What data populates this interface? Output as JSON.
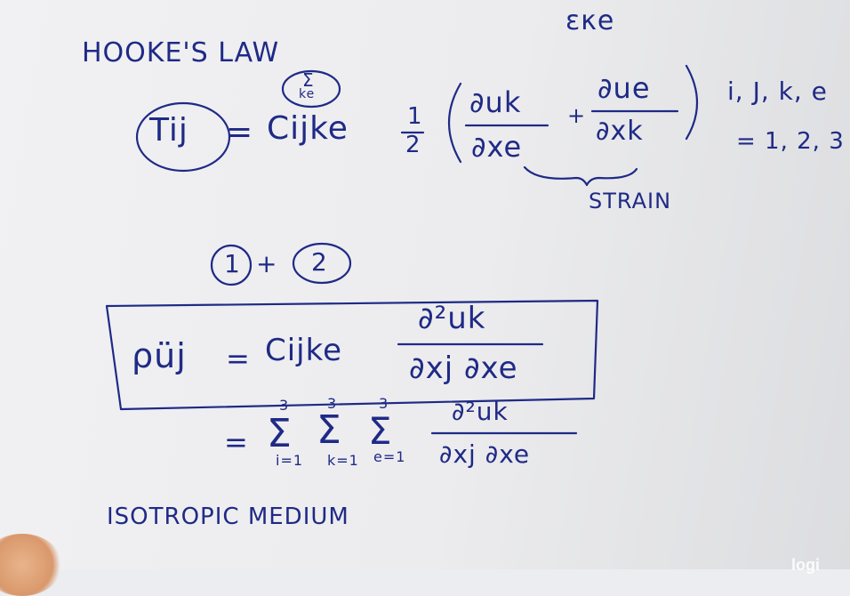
{
  "board": {
    "title": "HOOKE'S LAW",
    "top_annotation": "εκe",
    "lhs_tij": "Tij",
    "equals": "=",
    "cijkl": "Cijke",
    "sum_ke": "Σ",
    "sum_ke_sub": "ke",
    "half_num": "1",
    "half_den": "2",
    "frac1_num": "∂uk",
    "frac1_den": "∂xe",
    "plus": "+",
    "frac2_num": "∂ue",
    "frac2_den": "∂xk",
    "indices_line1": "i, J, k, e",
    "indices_line2": "= 1, 2, 3",
    "strain_label": "STRAIN",
    "circle_one": "1",
    "circle_plus": "+",
    "circle_two": "2",
    "box_lhs": "ρüj",
    "box_equals": "=",
    "box_cijkl": "Cijke",
    "box_num": "∂²uk",
    "box_den": "∂xj ∂xe",
    "sum_line_equals": "=",
    "sum1": "Σ",
    "sum1_top": "3",
    "sum1_bot": "i=1",
    "sum2": "Σ",
    "sum2_top": "3",
    "sum2_bot": "k=1",
    "sum3": "Σ",
    "sum3_top": "3",
    "sum3_bot": "e=1",
    "sum_num": "∂²uk",
    "sum_den": "∂xj ∂xe",
    "bottom_label": "ISOTROPIC MEDIUM"
  },
  "watermark": "logi"
}
